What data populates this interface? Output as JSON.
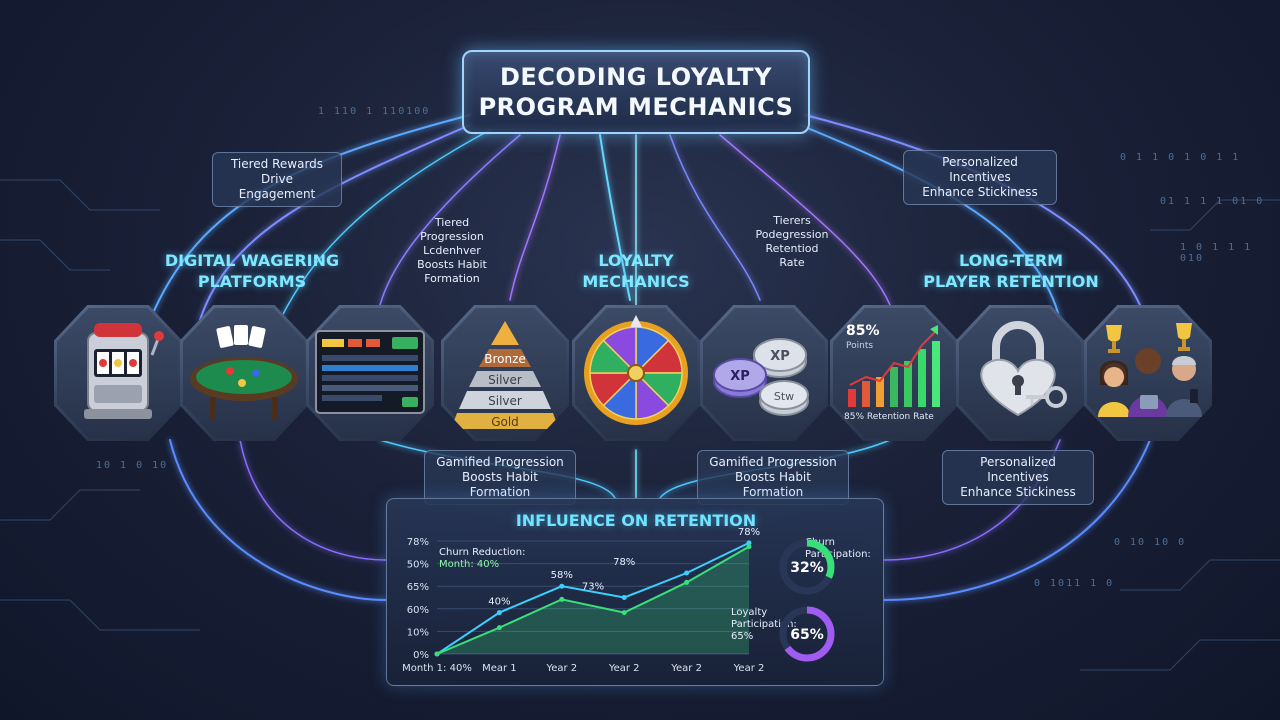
{
  "title": {
    "line1": "DECODING LOYALTY",
    "line2": "PROGRAM MECHANICS"
  },
  "binary": [
    "1 110 1 110100",
    "0 1 1 0 1 0 1 1",
    "01 1 1 1 01 0",
    "1 0 1 1 1 010",
    "10 1 0 10",
    "0 10 10 0",
    "0 1011 1 0"
  ],
  "labels": {
    "tiered_rewards": [
      "Tiered Rewards",
      "Drive Engagement"
    ],
    "personalized_top": [
      "Personalized Incentives",
      "Enhance Stickiness"
    ],
    "tiered_progression": [
      "Tiered",
      "Progression",
      "Lcdenhver",
      "Boosts Habit",
      "Formation"
    ],
    "tierers_pod": [
      "Tierers",
      "Podegression",
      "Retentiod",
      "Rate"
    ],
    "gamified_left": [
      "Gamified Progression",
      "Boosts Habit Formation"
    ],
    "gamified_right": [
      "Gamified Progression",
      "Boosts Habit Formation"
    ],
    "personalized_bottom": [
      "Personalized Incentives",
      "Enhance Stickiness"
    ]
  },
  "headings": {
    "digital": [
      "DIGITAL WAGERING",
      "PLATFORMS"
    ],
    "loyalty": [
      "LOYALTY",
      "MECHANICS"
    ],
    "longterm": [
      "LONG-TERM",
      "PLAYER RETENTION"
    ]
  },
  "tiles": [
    {
      "icon": "slot-machine-icon"
    },
    {
      "icon": "poker-table-icon"
    },
    {
      "icon": "dashboard-screen-icon"
    },
    {
      "icon": "pyramid-tiers-icon",
      "tiers": [
        "Bronze",
        "Silver",
        "Silver",
        "Gold"
      ]
    },
    {
      "icon": "prize-wheel-icon"
    },
    {
      "icon": "xp-coins-icon",
      "coins": [
        "XP",
        "XP",
        "Stw"
      ]
    },
    {
      "icon": "growth-chart-icon",
      "value": "85%",
      "sub": "Points",
      "caption": "85% Retention Rate"
    },
    {
      "icon": "heart-lock-key-icon"
    },
    {
      "icon": "happy-players-trophies-icon"
    }
  ],
  "panel": {
    "title": "INFLUENCE ON RETENTION",
    "ann_churn": "Churn Reduction:",
    "ann_month": "Month: 40%",
    "ann_loyalty": [
      "Loyalty",
      "Participation:",
      "65%"
    ],
    "donuts": [
      {
        "label": [
          "Churn",
          "Participation:"
        ],
        "value": "32%",
        "fraction": 0.32,
        "color": "#38e07a"
      },
      {
        "label": [],
        "value": "65%",
        "fraction": 0.65,
        "color": "#a05cf0"
      }
    ]
  },
  "colors": {
    "accent": "#6fe3ff",
    "green": "#38e07a",
    "purple": "#a05cf0",
    "blue": "#4d8bff"
  },
  "chart_data": {
    "type": "line",
    "categories": [
      "Month 1: 40%",
      "Mear 1",
      "Year 2",
      "Year 2",
      "Year 2",
      "Year 2"
    ],
    "y_ticks": [
      "0%",
      "10%",
      "60%",
      "65%",
      "50%",
      "78%"
    ],
    "series": [
      {
        "values": [
          0,
          2.2,
          3.6,
          3.0,
          4.3,
          5.9
        ]
      },
      {
        "values": [
          0,
          1.4,
          2.9,
          2.2,
          3.8,
          5.7
        ]
      }
    ],
    "ylim": [
      0,
      6
    ],
    "data_labels": [
      {
        "text": "40%",
        "x": 1,
        "y": 2.2
      },
      {
        "text": "58%",
        "x": 2,
        "y": 3.6
      },
      {
        "text": "78%",
        "x": 3,
        "y": 4.3
      },
      {
        "text": "73%",
        "x": 2.5,
        "y": 3.0
      },
      {
        "text": "78%",
        "x": 5,
        "y": 5.9
      }
    ],
    "grid": true
  }
}
